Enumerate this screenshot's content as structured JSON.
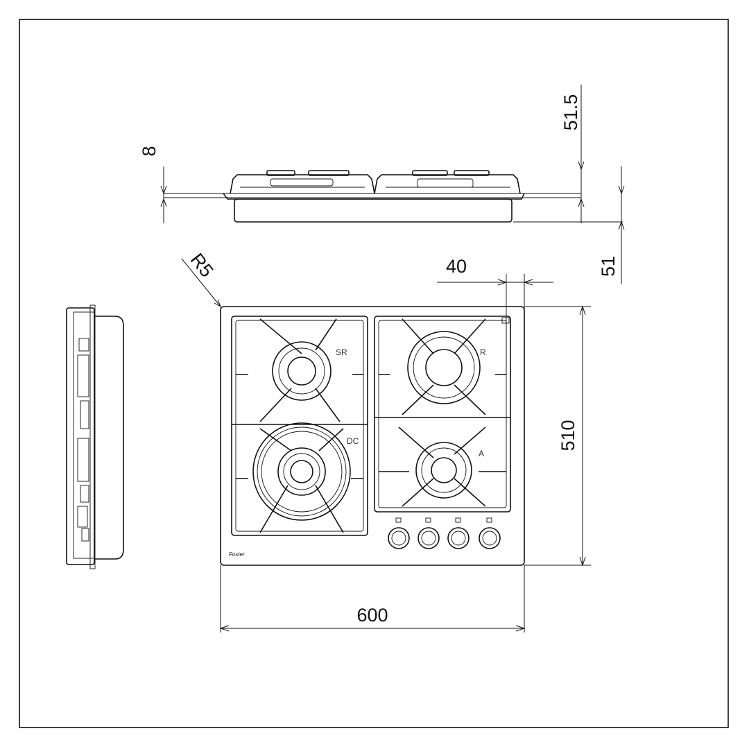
{
  "dimensions": {
    "top_plate_thickness": "8",
    "total_height": "51.5",
    "built_in_depth": "51",
    "corner_radius": "R5",
    "knob_offset": "40",
    "depth": "510",
    "width": "600"
  },
  "burner_labels": {
    "semi_rapid": "SR",
    "rapid": "R",
    "dual_crown": "DC",
    "auxiliary": "A"
  },
  "brand": "Foster",
  "burner_count": 4,
  "knob_count": 4,
  "line_color": "#111111",
  "background": "#ffffff"
}
